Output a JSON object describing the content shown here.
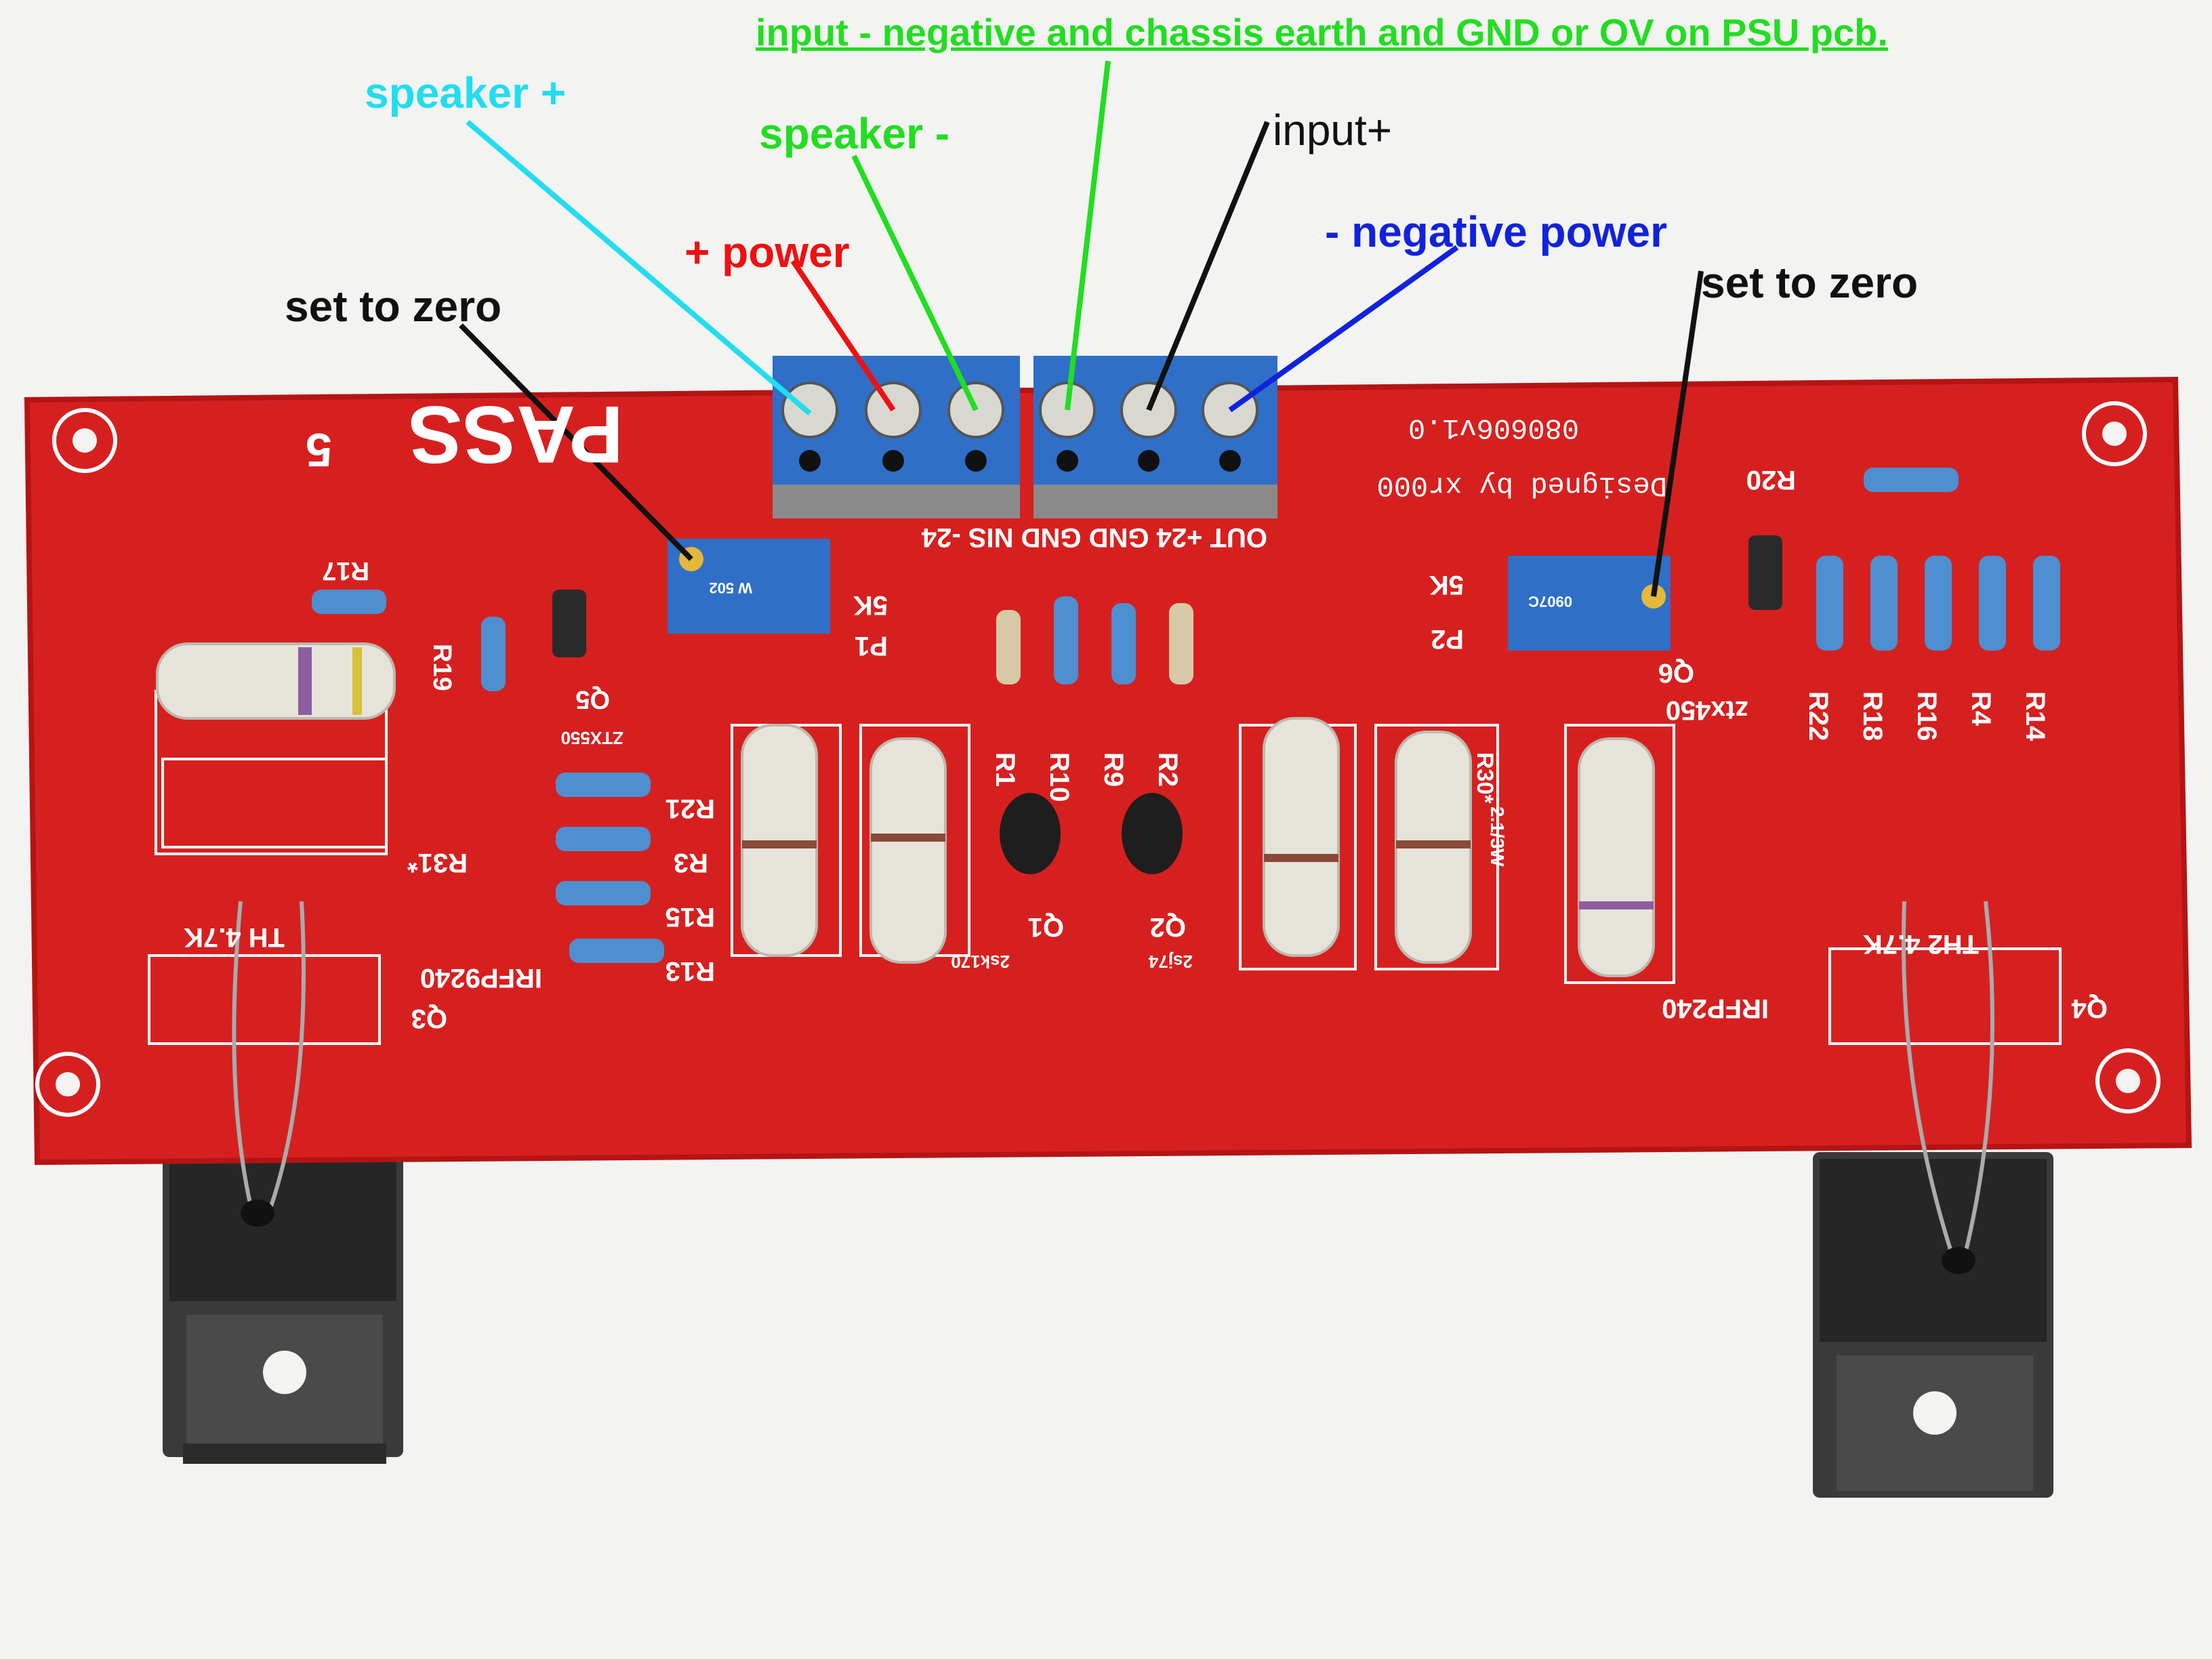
{
  "annotations": {
    "input_negative": {
      "text": "input - negative and chassis earth and GND or OV on PSU pcb.",
      "color": "#22dd22"
    },
    "speaker_plus": {
      "text": "speaker +",
      "color": "#22ddee"
    },
    "speaker_minus": {
      "text": "speaker -",
      "color": "#22dd22"
    },
    "input_plus": {
      "text": "input+",
      "color": "#111111"
    },
    "power_plus": {
      "text": "+ power",
      "color": "#ee1111"
    },
    "power_negative": {
      "text": "- negative power",
      "color": "#1122dd"
    },
    "set_zero_left": {
      "text": "set to zero",
      "color": "#111111"
    },
    "set_zero_right": {
      "text": "set to zero",
      "color": "#111111"
    }
  },
  "board": {
    "logo": "PASS",
    "logo_suffix": "5",
    "version": "080606v1.0",
    "designer": "Designed by xr000",
    "terminal_labels": "OUT +24 GND GND NIS -24",
    "components": {
      "R17": "R17",
      "R19": "R19",
      "Q5": "Q5",
      "ZTX550": "ZTX550",
      "R21": "R21",
      "R3": "R3",
      "R15": "R15",
      "R13": "R13",
      "R31": "R31*",
      "TH_left": "TH 4.7K",
      "IRFP9240": "IRFP9240",
      "Q3": "Q3",
      "P1": "P1",
      "P1_val": "5K",
      "R1": "R1",
      "R10": "R10",
      "R9": "R9",
      "R2": "R2",
      "Q1": "Q1",
      "Q2": "Q2",
      "Q1_part": "2sk170",
      "Q2_part": "2sj74",
      "P2": "P2",
      "P2_val": "5K",
      "Q6": "Q6",
      "ZTX450": "ztx450",
      "R20": "R20",
      "R22": "R22",
      "R18": "R18",
      "R16": "R16",
      "R4": "R4",
      "R14": "R14",
      "R30": "R30*",
      "R30_val": "2.1/3W",
      "TH_right": "TH2 4.7K",
      "IRFP240": "IRFP240",
      "Q4": "Q4",
      "trim_code": "W 502",
      "trim_code2": "0907C"
    }
  },
  "colors": {
    "pcb": "#d6201f",
    "pcb_dark": "#b51414",
    "silk": "#ffffff",
    "terminal": "#2f6fc8",
    "background": "#f3f3f1"
  }
}
